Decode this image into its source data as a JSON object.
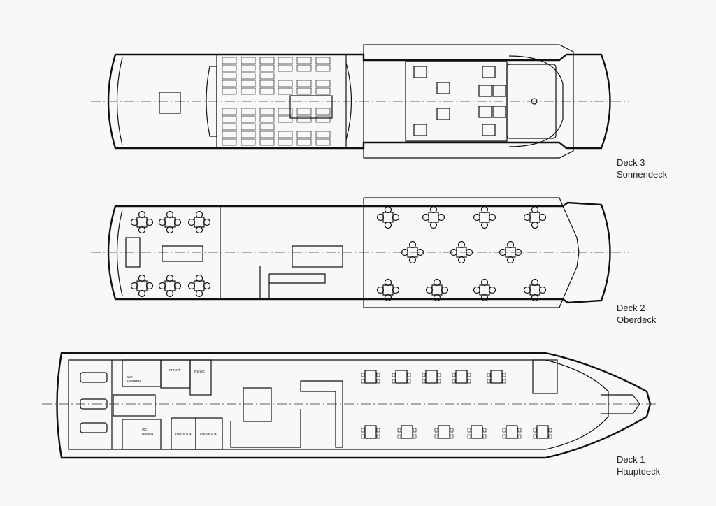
{
  "decks": [
    {
      "name": "Deck 3",
      "subtitle": "Sonnendeck"
    },
    {
      "name": "Deck 2",
      "subtitle": "Oberdeck"
    },
    {
      "name": "Deck 1",
      "subtitle": "Hauptdeck"
    }
  ],
  "rooms_deck1": {
    "wc_herren_1": "WC",
    "wc_herren_2": "HERREN",
    "privat": "PRIVAT",
    "rs_wc": "RS-WC",
    "wc_damen_1": "WC",
    "wc_damen_2": "DAMEN",
    "kuehlraum_1": "KÜHLRAUM",
    "kuehlraum_2": "KÜHLRAUM"
  }
}
